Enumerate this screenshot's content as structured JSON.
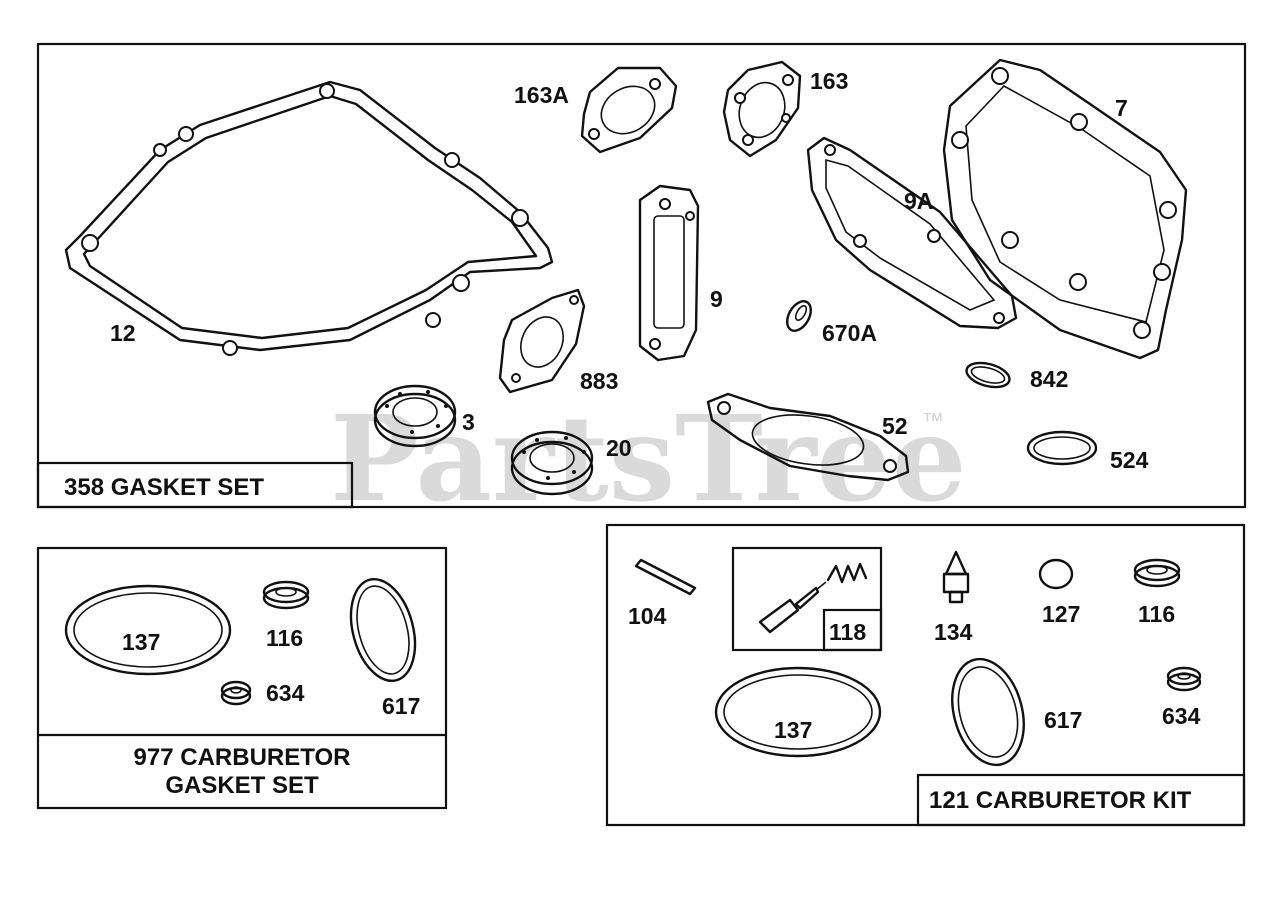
{
  "watermark": {
    "text": "PartsTree",
    "trademark": "™"
  },
  "kits": {
    "gasket_set": {
      "title": "358 GASKET SET"
    },
    "carb_gasket_set": {
      "title_line1": "977 CARBURETOR",
      "title_line2": "GASKET SET"
    },
    "carb_kit": {
      "title": "121 CARBURETOR KIT"
    }
  },
  "parts": {
    "p12": "12",
    "p163A": "163A",
    "p163": "163",
    "p7": "7",
    "p9A": "9A",
    "p9": "9",
    "p883": "883",
    "p670A": "670A",
    "p842": "842",
    "p3": "3",
    "p20": "20",
    "p52": "52",
    "p524": "524",
    "c137": "137",
    "c116": "116",
    "c634": "634",
    "c617": "617",
    "k104": "104",
    "k118": "118",
    "k134": "134",
    "k127": "127",
    "k116": "116",
    "k137": "137",
    "k617": "617",
    "k634": "634"
  }
}
